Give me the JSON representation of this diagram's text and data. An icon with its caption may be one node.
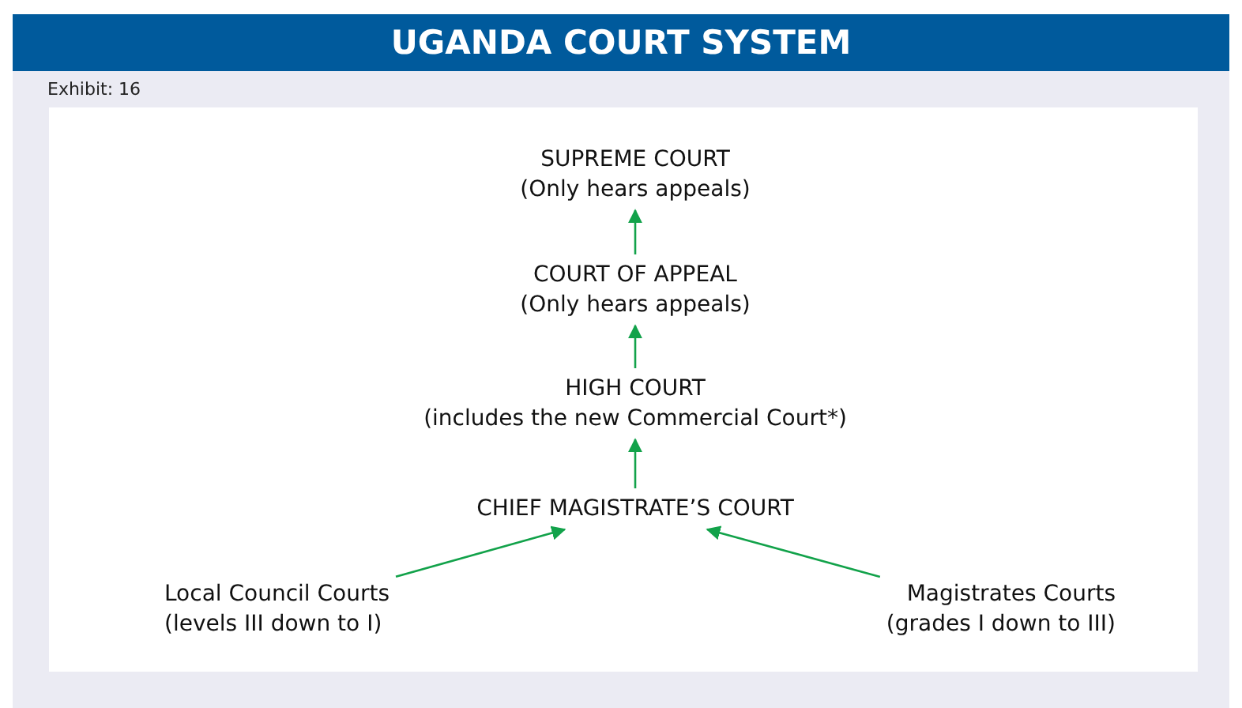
{
  "diagram": {
    "title": "UGANDA COURT SYSTEM",
    "nodes": [
      {
        "text": [
          "SUPREME COURT",
          "(Only hears appeals)"
        ]
      },
      {
        "text": [
          "COURT OF APPEAL",
          "(Only hears appeals)"
        ]
      },
      {
        "text": [
          "HIGH COURT",
          "(includes the new Commercial Court*)"
        ]
      },
      {
        "text": [
          "CHIEF MAGISTRATE’S COURT"
        ]
      },
      {
        "text": [
          "Local Council Courts",
          "(levels III down to I)"
        ]
      },
      {
        "text": [
          "Magistrates Courts",
          "(grades I down to III)"
        ]
      }
    ],
    "edges": [
      {
        "from": 1,
        "to": 0,
        "arrow": "to"
      },
      {
        "from": 2,
        "to": 1,
        "arrow": "to"
      },
      {
        "from": 3,
        "to": 2,
        "arrow": "to"
      },
      {
        "from": 4,
        "to": 3,
        "arrow": "to"
      },
      {
        "from": 5,
        "to": 3,
        "arrow": "to"
      }
    ],
    "labels": [
      "Exhibit: 16"
    ]
  }
}
